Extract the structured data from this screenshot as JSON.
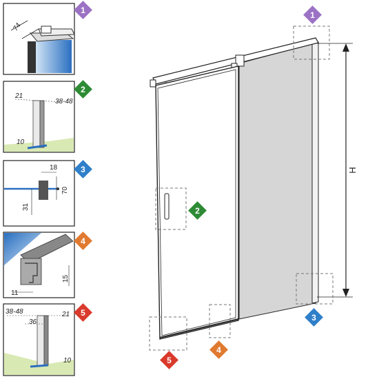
{
  "colors": {
    "badge_1": "#9b72c4",
    "badge_2": "#2e8b35",
    "badge_3": "#2f7fc9",
    "badge_4": "#e07a30",
    "badge_5": "#d93a2c",
    "glass_blue": "#4f93d6",
    "floor_green": "#d9e9b3",
    "fixed_panel": "#d6d6d6"
  },
  "details": [
    {
      "number": "1",
      "dims": [
        "74"
      ]
    },
    {
      "number": "2",
      "dims": [
        "21",
        "38-48",
        "10"
      ]
    },
    {
      "number": "3",
      "dims": [
        "18",
        "70",
        "31"
      ]
    },
    {
      "number": "4",
      "dims": [
        "15",
        "11"
      ]
    },
    {
      "number": "5",
      "dims": [
        "38-48",
        "21",
        "36",
        "10"
      ]
    }
  ],
  "main": {
    "height_label": "H",
    "markers": [
      "1",
      "2",
      "3",
      "4",
      "5"
    ]
  }
}
